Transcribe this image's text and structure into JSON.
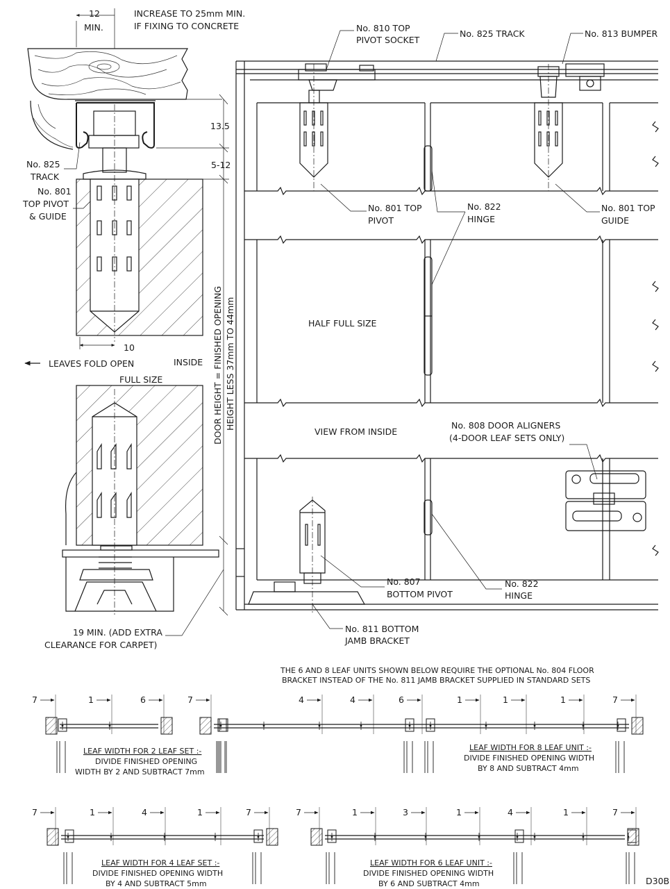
{
  "top_left": {
    "dim_12": "12",
    "dim_min": "MIN.",
    "increase_1": "INCREASE TO 25mm MIN.",
    "increase_2": "IF FIXING TO CONCRETE",
    "dim_13_5": "13.5",
    "dim_5_12": "5-12",
    "track_1": "No. 825",
    "track_2": "TRACK",
    "pivot_1": "No. 801",
    "pivot_2": "TOP PIVOT",
    "pivot_3": "& GUIDE",
    "dim_10": "10",
    "leaves_fold": "LEAVES FOLD OPEN",
    "inside": "INSIDE",
    "full_size": "FULL SIZE",
    "door_height_1": "DOOR HEIGHT = FINISHED OPENING",
    "door_height_2": "HEIGHT LESS 37mm TO 44mm",
    "min19_1": "19 MIN. (ADD EXTRA",
    "min19_2": "CLEARANCE FOR CARPET)"
  },
  "right": {
    "socket_1": "No. 810 TOP",
    "socket_2": "PIVOT SOCKET",
    "track": "No. 825 TRACK",
    "bumper": "No. 813 BUMPER",
    "top_pivot_1": "No. 801 TOP",
    "top_pivot_2": "PIVOT",
    "hinge_1": "No. 822",
    "hinge_2": "HINGE",
    "top_guide_1": "No. 801 TOP",
    "top_guide_2": "GUIDE",
    "half_full_size": "HALF FULL SIZE",
    "view_inside": "VIEW FROM INSIDE",
    "aligner_1": "No. 808 DOOR ALIGNERS",
    "aligner_2": "(4-DOOR LEAF SETS ONLY)",
    "bottom_pivot_1": "No. 807",
    "bottom_pivot_2": "BOTTOM PIVOT",
    "hinge_b1": "No. 822",
    "hinge_b2": "HINGE",
    "jamb_1": "No. 811 BOTTOM",
    "jamb_2": "JAMB BRACKET"
  },
  "note": {
    "line1": "THE 6 AND 8 LEAF UNITS SHOWN BELOW REQUIRE THE OPTIONAL No. 804 FLOOR",
    "line2": "BRACKET INSTEAD OF THE No. 811 JAMB BRACKET SUPPLIED IN STANDARD SETS"
  },
  "sets": {
    "two": {
      "dims": [
        "7",
        "1",
        "6"
      ],
      "t1": "LEAF WIDTH FOR 2 LEAF SET :-",
      "t2": "DIVIDE FINISHED OPENING",
      "t3": "WIDTH BY 2 AND SUBTRACT 7mm"
    },
    "eight": {
      "dims": [
        "7",
        "4",
        "1",
        "6",
        "1",
        "4",
        "1",
        "7"
      ],
      "t1": "LEAF WIDTH FOR 8 LEAF UNIT :-",
      "t2": "DIVIDE FINISHED OPENING WIDTH",
      "t3": "BY 8 AND SUBTRACT 4mm"
    },
    "four": {
      "dims": [
        "7",
        "1",
        "4",
        "1",
        "7"
      ],
      "t1": "LEAF WIDTH FOR 4 LEAF SET :-",
      "t2": "DIVIDE FINISHED OPENING WIDTH",
      "t3": "BY 4 AND SUBTRACT 5mm"
    },
    "six": {
      "dims": [
        "7",
        "1",
        "3",
        "1",
        "4",
        "1",
        "7"
      ],
      "t1": "LEAF WIDTH FOR 6 LEAF UNIT :-",
      "t2": "DIVIDE FINISHED OPENING WIDTH",
      "t3": "BY 6 AND SUBTRACT 4mm"
    }
  },
  "ref": "D30B"
}
